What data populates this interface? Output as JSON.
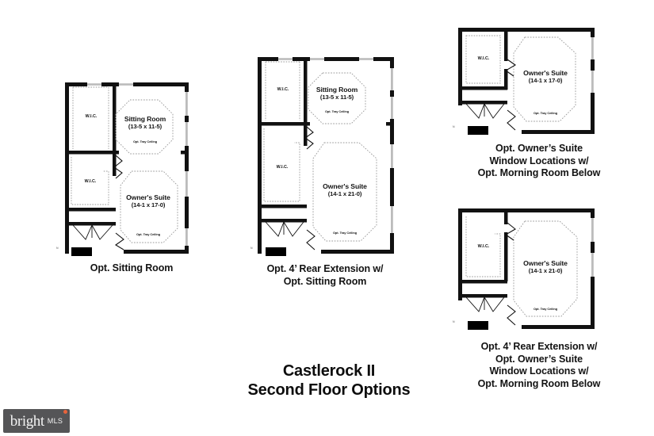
{
  "document": {
    "background_color": "#ffffff",
    "title_line1": "Castlerock II",
    "title_line2": "Second Floor Options"
  },
  "logo": {
    "name": "bright-mls-logo",
    "brand_text": "bright",
    "suffix_text": "MLS",
    "box_color": "#555557",
    "text_color": "#f2f2f2",
    "accent_color": "#e8643c"
  },
  "labels": {
    "wic": "W.I.C.",
    "tray_ceiling": "Opt. Tray Ceiling",
    "compass": "N"
  },
  "plans": [
    {
      "id": "plan-opt-sitting-room",
      "caption": "Opt. Sitting Room",
      "rooms": [
        {
          "name": "Sitting Room",
          "dimensions": "(13-5 x 11-5)",
          "note": "Opt. Tray Ceiling"
        },
        {
          "name": "Owner's Suite",
          "dimensions": "(14-1 x 17-0)",
          "note": "Opt. Tray Ceiling"
        },
        {
          "name": "W.I.C.",
          "dimensions": "",
          "note": ""
        },
        {
          "name": "W.I.C.",
          "dimensions": "",
          "note": ""
        }
      ]
    },
    {
      "id": "plan-opt-rear-ext-sitting-room",
      "caption": "Opt. 4’ Rear Extension w/\nOpt. Sitting Room",
      "rooms": [
        {
          "name": "Sitting Room",
          "dimensions": "(13-5 x 11-5)",
          "note": "Opt. Tray Ceiling"
        },
        {
          "name": "Owner's Suite",
          "dimensions": "(14-1 x 21-0)",
          "note": "Opt. Tray Ceiling"
        },
        {
          "name": "W.I.C.",
          "dimensions": "",
          "note": ""
        },
        {
          "name": "W.I.C.",
          "dimensions": "",
          "note": ""
        }
      ]
    },
    {
      "id": "plan-opt-owners-suite-windows",
      "caption": "Opt. Owner’s Suite\nWindow Locations w/\nOpt. Morning Room Below",
      "rooms": [
        {
          "name": "Owner's Suite",
          "dimensions": "(14-1 x 17-0)",
          "note": "Opt. Tray Ceiling"
        },
        {
          "name": "W.I.C.",
          "dimensions": "",
          "note": ""
        }
      ]
    },
    {
      "id": "plan-opt-rear-ext-owners-suite-windows",
      "caption": "Opt. 4’ Rear Extension w/\nOpt. Owner’s Suite\nWindow Locations w/\nOpt. Morning Room Below",
      "rooms": [
        {
          "name": "Owner's Suite",
          "dimensions": "(14-1 x 21-0)",
          "note": "Opt. Tray Ceiling"
        },
        {
          "name": "W.I.C.",
          "dimensions": "",
          "note": ""
        }
      ]
    }
  ],
  "style": {
    "wall_color": "#111111",
    "window_color": "#bcbcbc",
    "dashed_color": "#9a9a9a",
    "marker_color": "#000000"
  }
}
